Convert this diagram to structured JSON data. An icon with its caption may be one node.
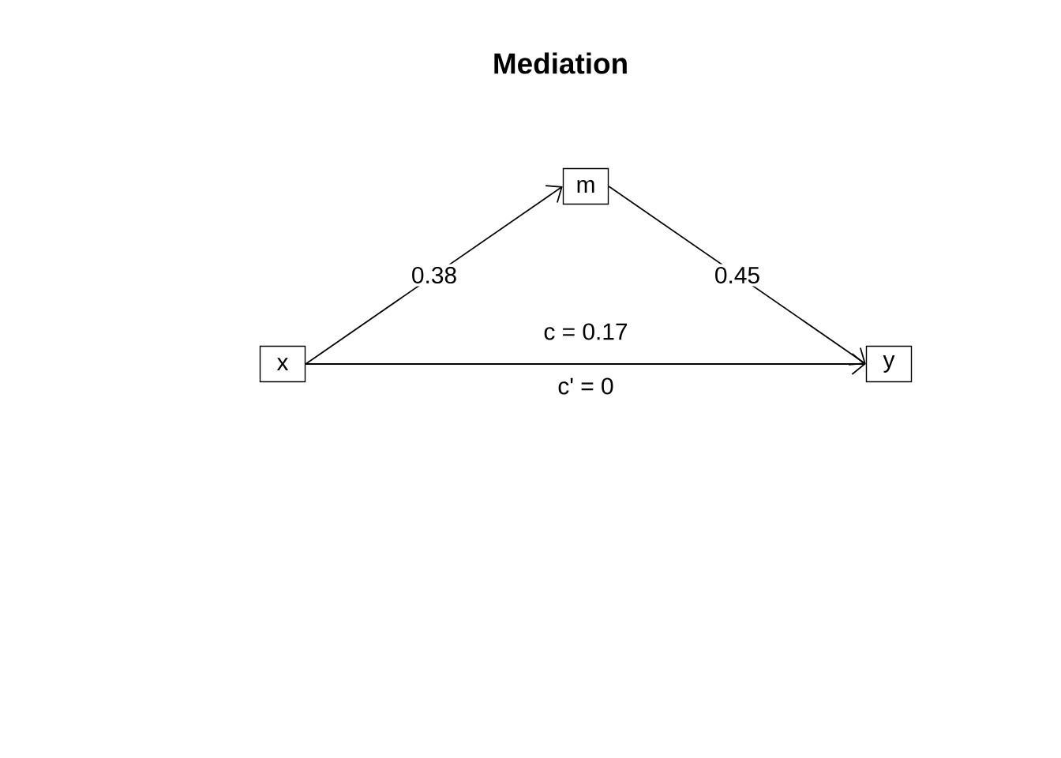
{
  "diagram": {
    "title": "Mediation",
    "nodes": [
      {
        "text": [
          "x"
        ]
      },
      {
        "text": [
          "m"
        ]
      },
      {
        "text": [
          "y"
        ]
      }
    ],
    "edges": [
      {
        "from": 0,
        "to": 1,
        "arrow": "to",
        "label": "0.38"
      },
      {
        "from": 1,
        "to": 2,
        "arrow": "to",
        "label": "0.45"
      },
      {
        "from": 0,
        "to": 2,
        "arrow": "to",
        "label": "c = 0.17"
      }
    ],
    "labels": [
      "c' = 0"
    ]
  }
}
